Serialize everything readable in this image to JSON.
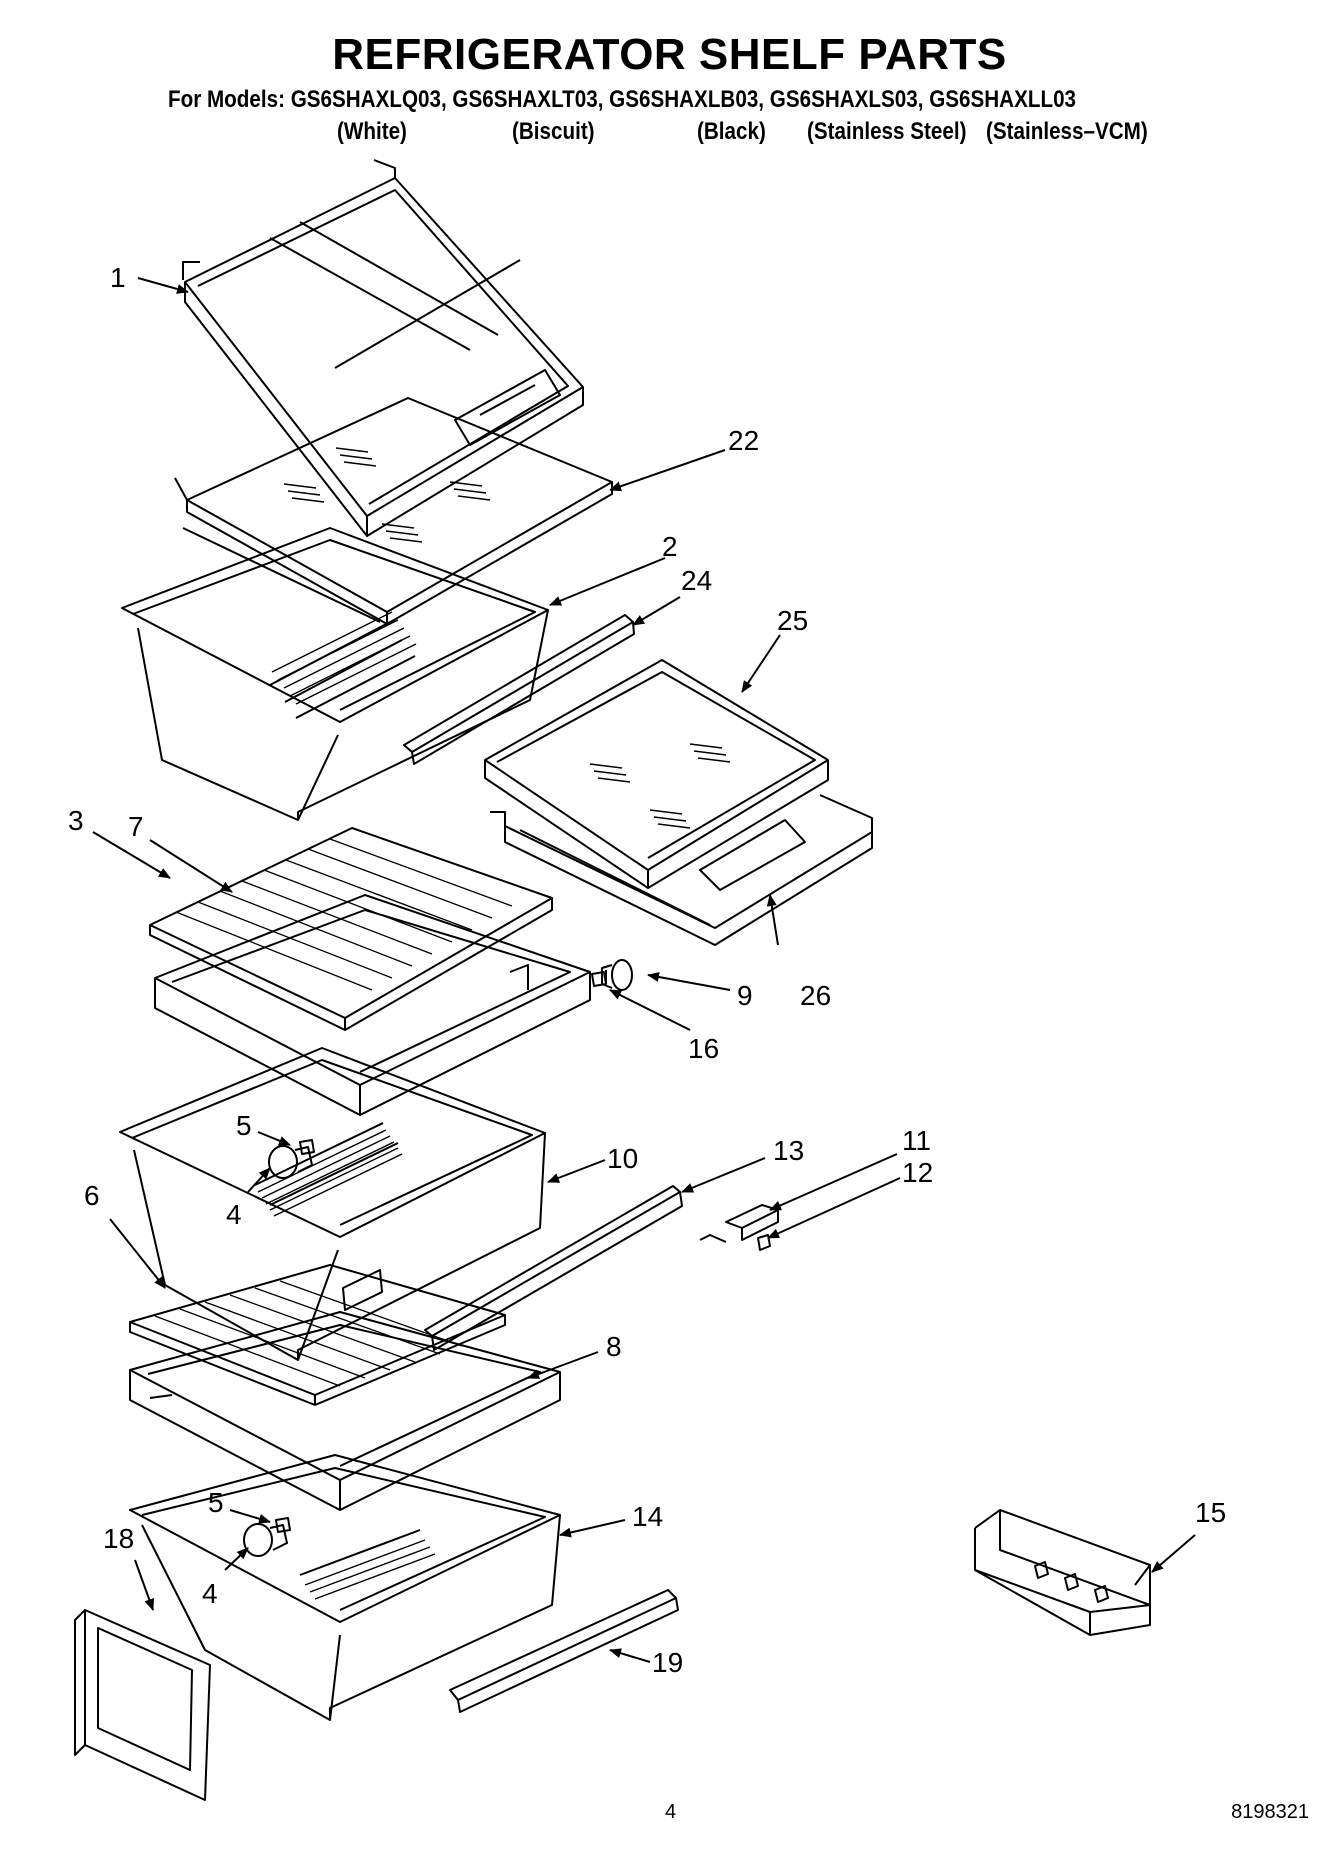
{
  "header": {
    "title": "REFRIGERATOR SHELF PARTS",
    "models_line": "For Models: GS6SHAXLQ03, GS6SHAXLT03, GS6SHAXLB03, GS6SHAXLS03, GS6SHAXLL03",
    "variants": [
      "(White)",
      "(Biscuit)",
      "(Black)",
      "(Stainless Steel)",
      "(Stainless–VCM)"
    ]
  },
  "callouts": {
    "c1": "1",
    "c22": "22",
    "c2": "2",
    "c24": "24",
    "c25": "25",
    "c7": "7",
    "c3": "3",
    "c9": "9",
    "c26": "26",
    "c16": "16",
    "c5a": "5",
    "c4a": "4",
    "c10": "10",
    "c13": "13",
    "c11": "11",
    "c12": "12",
    "c6": "6",
    "c8": "8",
    "c5b": "5",
    "c4b": "4",
    "c14": "14",
    "c15": "15",
    "c18": "18",
    "c19": "19"
  },
  "footer": {
    "page_number": "4",
    "doc_code": "8198321"
  }
}
